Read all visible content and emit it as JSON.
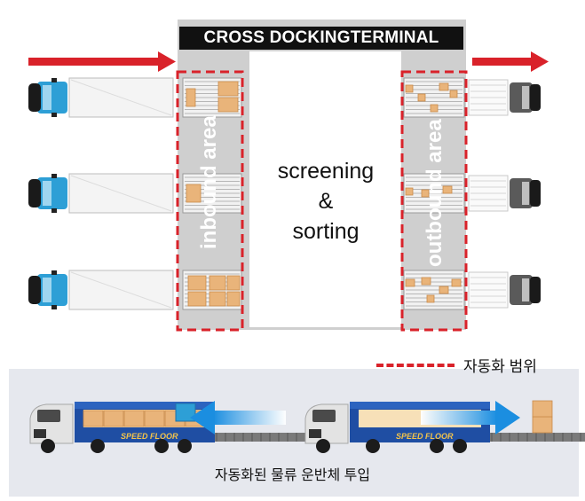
{
  "title": "CROSS DOCKINGTERMINAL",
  "center_label": [
    "screening",
    "&",
    "sorting"
  ],
  "inbound_label": "inbound area",
  "outbound_label": "outbound area",
  "legend_label": "자동화 범위",
  "caption": "자동화된 물류 운반체 투입",
  "truck_logo": "SPEED FLOOR",
  "colors": {
    "accent_red": "#d9222a",
    "terminal_gray": "#cfcfcf",
    "cab_blue": "#2d9fd6",
    "cab_dark": "#5a5a5a",
    "bottom_panel": "#e6e8ee",
    "trailer_blue": "#1f4ea3",
    "cargo_box": "#e9b47a",
    "arrow_blue": "#1b8ee0"
  },
  "icons": [
    "arrow-right-icon",
    "truck-topview-icon",
    "truck-sideview-icon",
    "cargo-box-icon"
  ]
}
